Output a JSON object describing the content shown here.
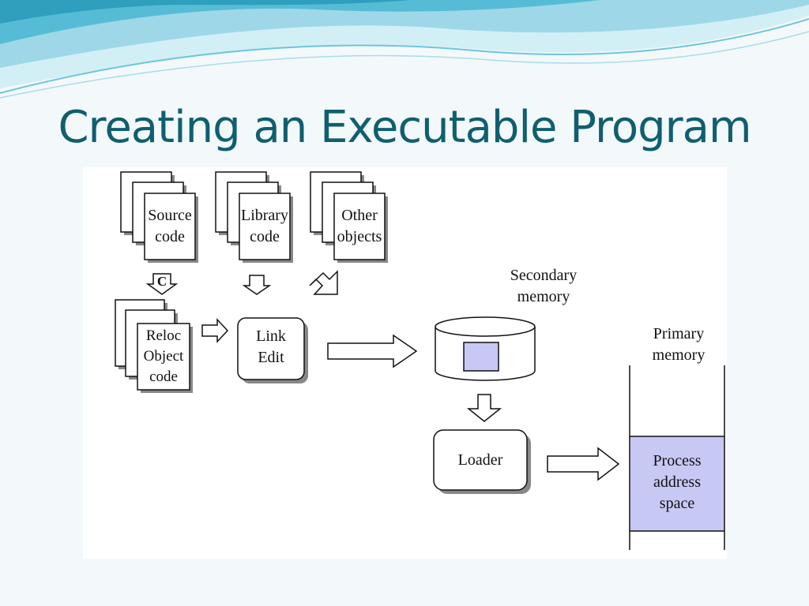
{
  "title": "Creating an Executable Program",
  "diagram": {
    "source_code": "Source\ncode",
    "library_code": "Library\ncode",
    "other_objects": "Other\nobjects",
    "compiler_label": "C",
    "reloc_object_code": "Reloc\nObject\ncode",
    "link_edit": "Link\nEdit",
    "secondary_memory": "Secondary\nmemory",
    "loader": "Loader",
    "primary_memory": "Primary\nmemory",
    "process_address_space": "Process\naddress\nspace"
  },
  "colors": {
    "title": "#0f5f6f",
    "highlight_fill": "#c8c8f5",
    "wave_light": "#bfe8f2",
    "wave_dark": "#3aa9c4"
  }
}
